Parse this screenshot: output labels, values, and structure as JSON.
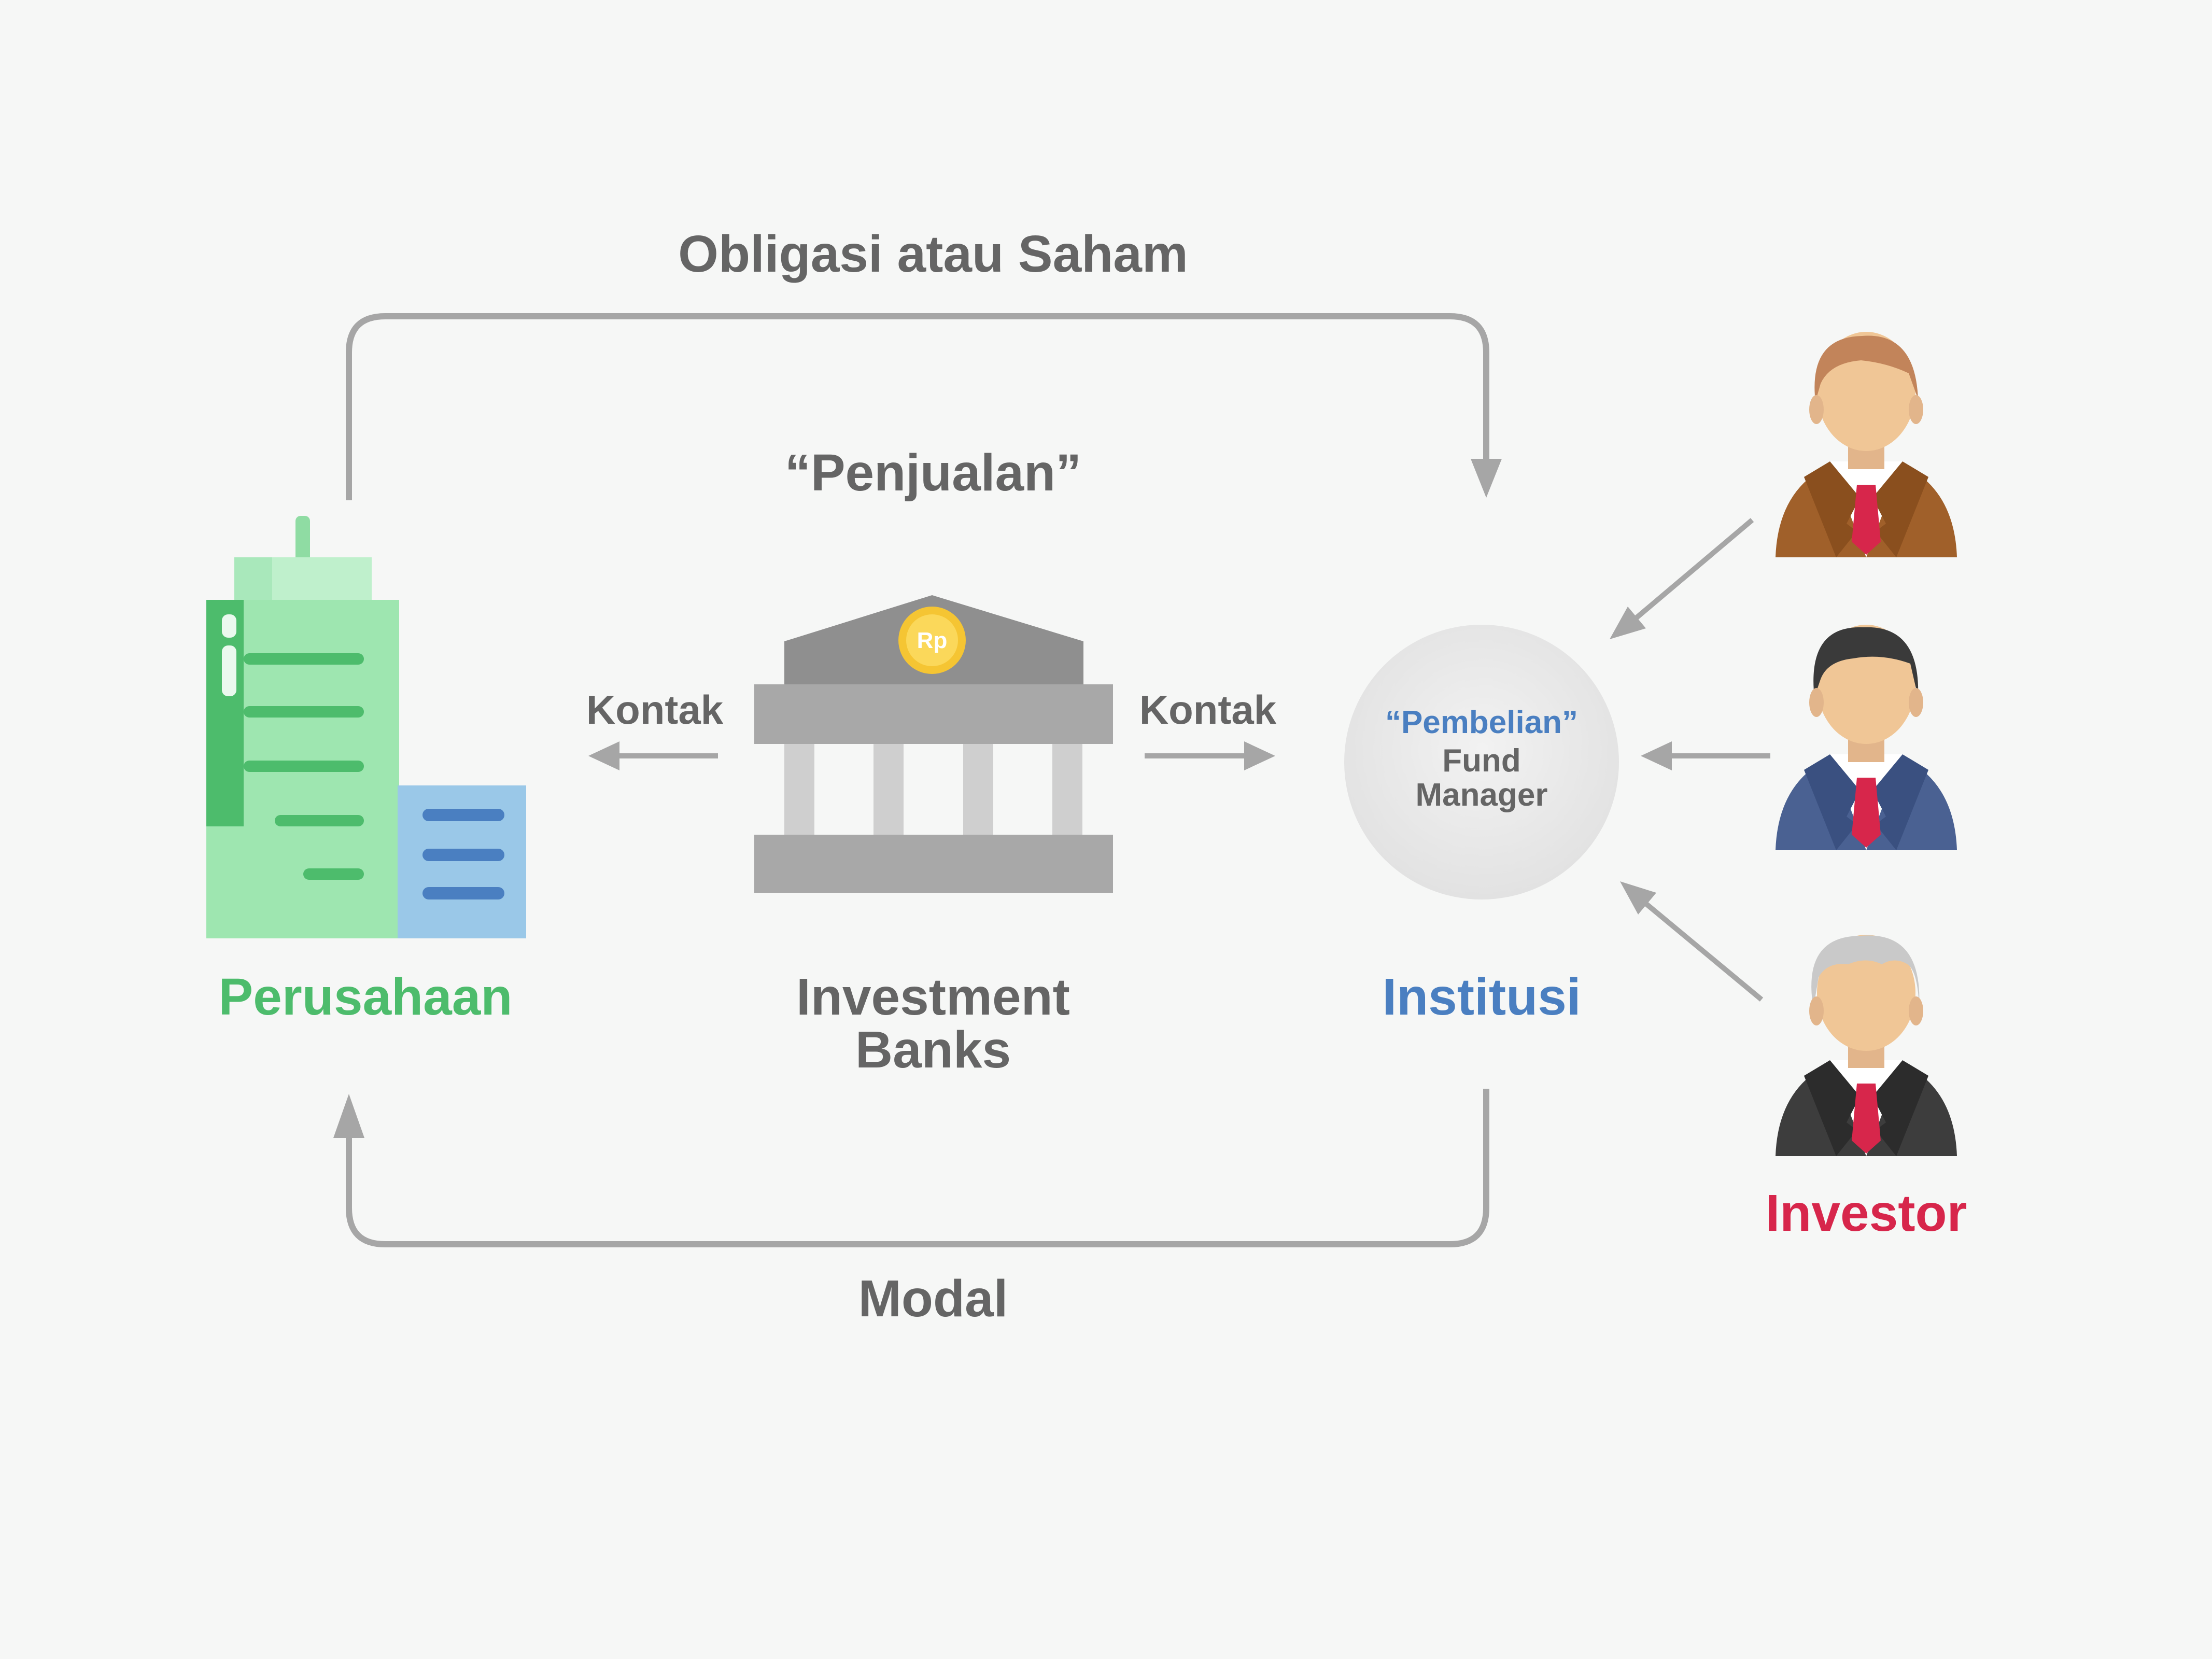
{
  "labels": {
    "top_flow": "Obligasi atau Saham",
    "bottom_flow": "Modal",
    "center_heading": "“Penjualan”",
    "contact_left": "Kontak",
    "contact_right": "Kontak",
    "company": "Perusahaan",
    "bank_line1": "Investment",
    "bank_line2": "Banks",
    "institution": "Institusi",
    "fund_quote": "“Pembelian”",
    "fund_line1": "Fund",
    "fund_line2": "Manager",
    "investor": "Investor",
    "bank_coin": "Rp"
  },
  "colors": {
    "background": "#f6f7f6",
    "text_gray": "#656565",
    "company_green": "#4dbc6c",
    "institution_blue": "#4a7fc1",
    "investor_red": "#d7264b",
    "arrow_gray": "#a6a6a6",
    "bank_gray": "#8f8f8f",
    "coin_gold": "#f5c533"
  },
  "icons": {
    "company": "office-building-icon",
    "bank": "bank-building-icon",
    "fund_manager": "circle-badge",
    "investors": [
      "businessman-brown-suit-icon",
      "businessman-blue-suit-icon",
      "businessman-gray-hair-icon"
    ]
  }
}
